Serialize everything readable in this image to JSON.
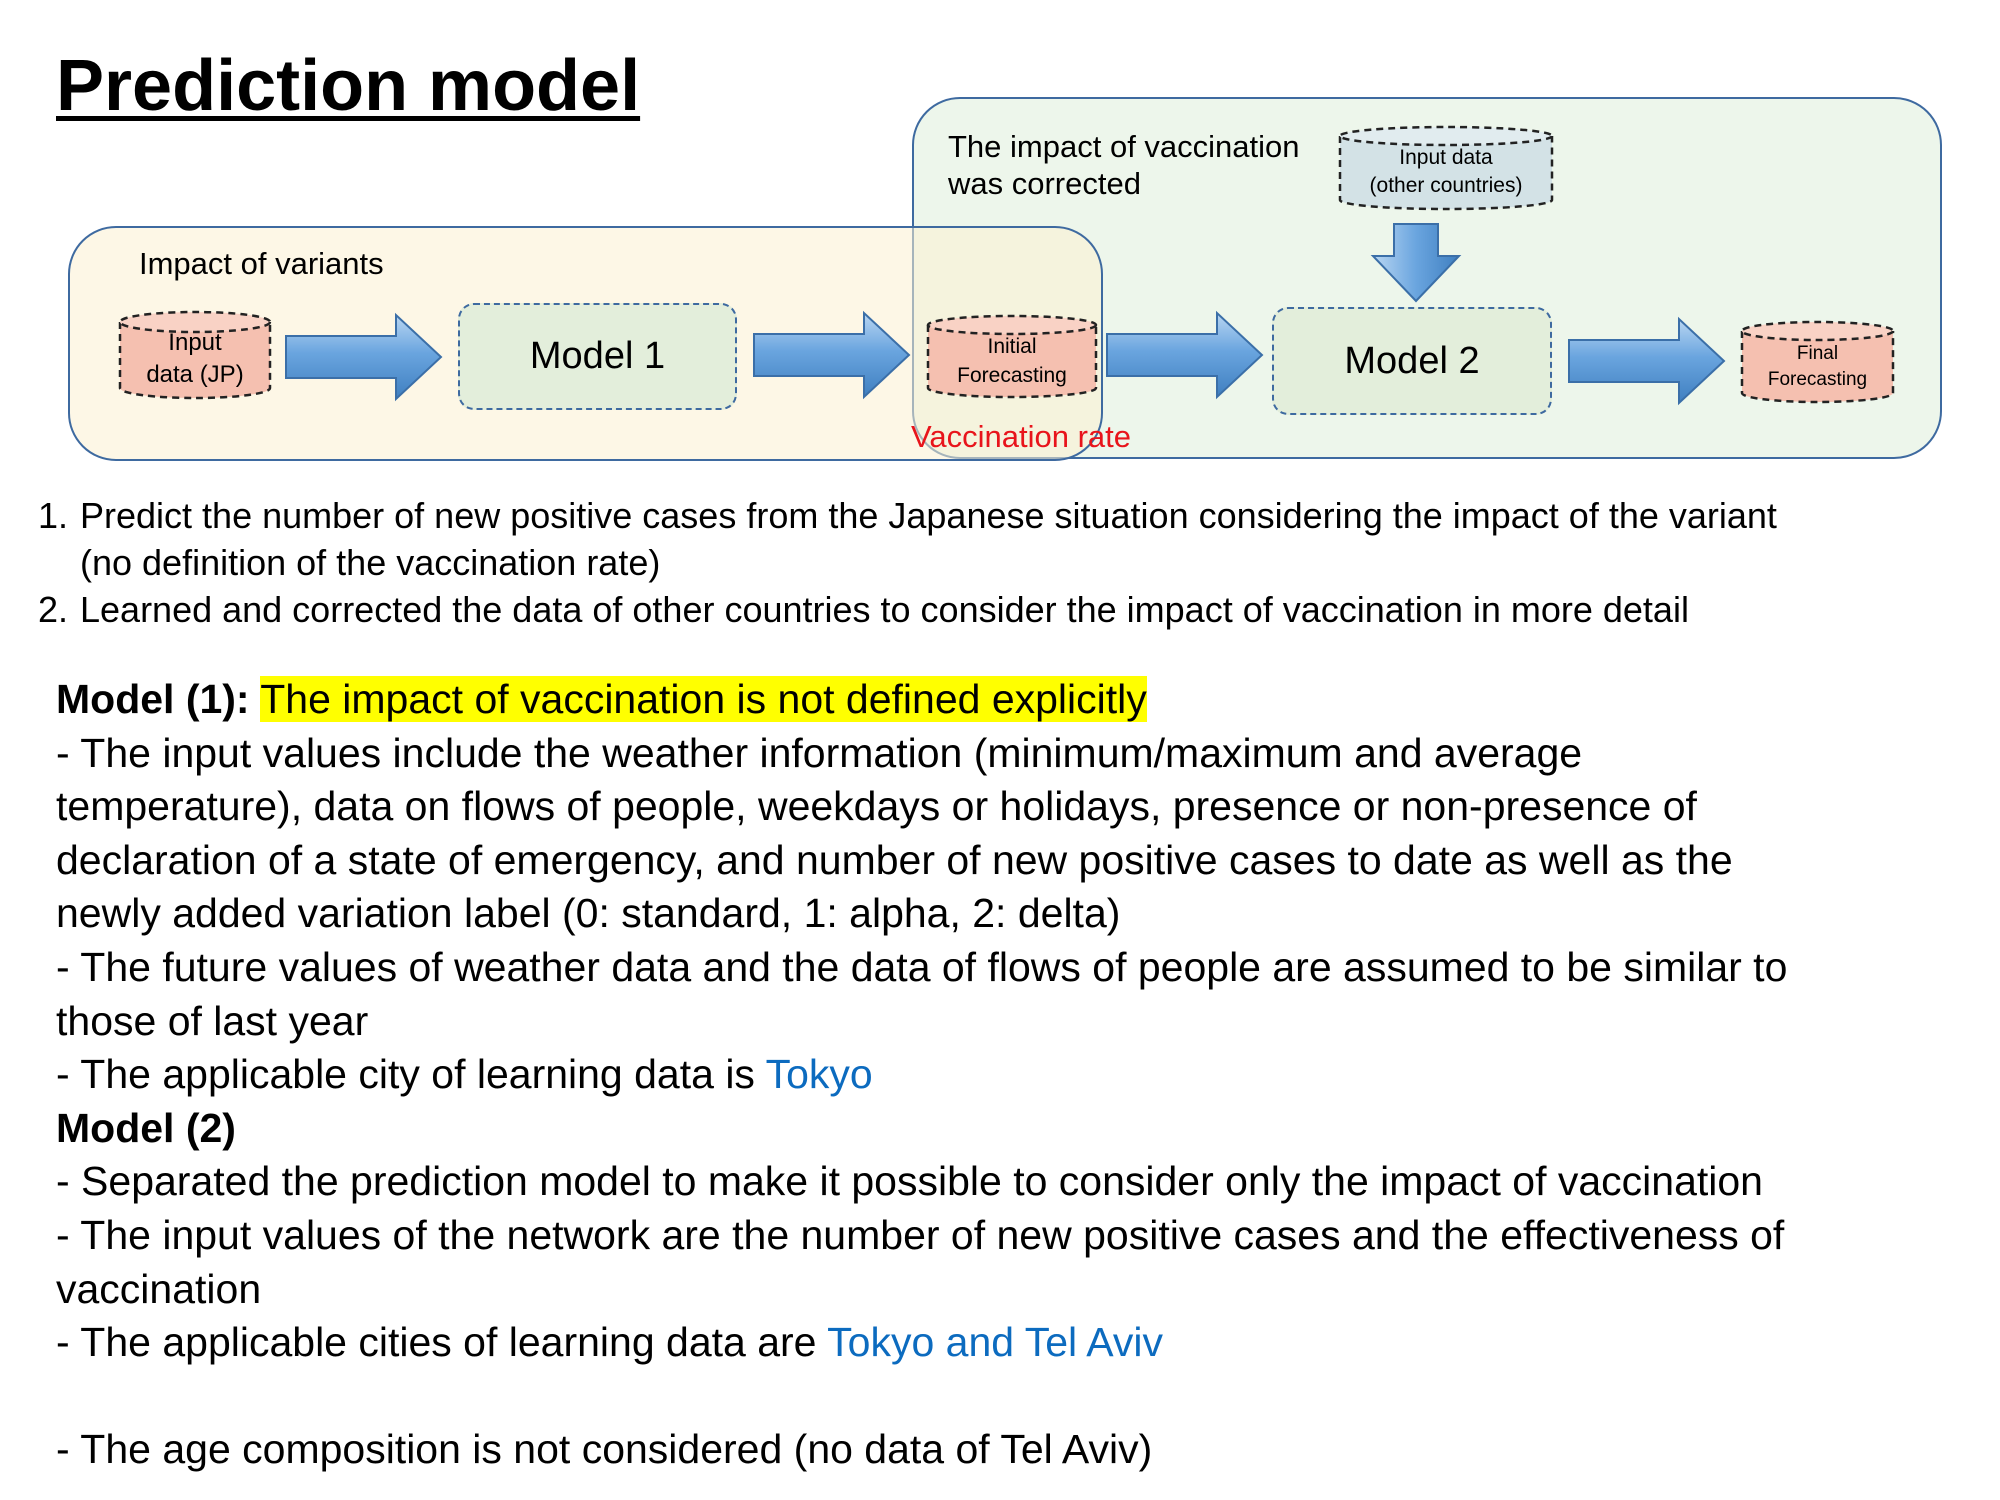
{
  "title": "Prediction model",
  "diagram": {
    "variants_label": "Impact of variants",
    "vaccine_label_line1": "The impact of vaccination",
    "vaccine_label_line2": "was corrected",
    "vaccination_rate_label": "Vaccination rate",
    "input_jp_line1": "Input",
    "input_jp_line2": "data (JP)",
    "model1": "Model 1",
    "initial_line1": "Initial",
    "initial_line2": "Forecasting",
    "model2": "Model 2",
    "final_line1": "Final",
    "final_line2": "Forecasting",
    "other_line1": "Input data",
    "other_line2": "(other countries)"
  },
  "steps": [
    {
      "num": "1.",
      "line1": "Predict the number of new positive cases from the Japanese situation considering the impact of the variant",
      "line2": "(no definition of the vaccination rate)"
    },
    {
      "num": "2.",
      "line1": "Learned and corrected the data of other countries to consider the impact of vaccination in more detail"
    }
  ],
  "model1": {
    "heading": "Model (1):",
    "highlight": "The impact of vaccination is not defined explicitly",
    "lines": [
      "- The input values include the weather information (minimum/maximum and average",
      "temperature), data on flows of people, weekdays or holidays, presence or non-presence of",
      "declaration of a state of emergency, and number of new positive cases to date as well as the",
      "newly added variation label (0: standard, 1: alpha, 2: delta)",
      "- The future values of weather data and the data of flows of people are assumed to be similar to",
      "those of last year"
    ],
    "city_prefix": "- The applicable city of learning data is ",
    "city": "Tokyo"
  },
  "model2": {
    "heading": "Model (2)",
    "lines": [
      "- Separated the prediction model to make it possible to consider only the impact of vaccination",
      "- The input values of the network are the number of new positive cases and the effectiveness of",
      "vaccination"
    ],
    "cities_prefix": "- The applicable cities of learning data are ",
    "cities": "Tokyo and Tel Aviv",
    "age_note": "- The age composition is not considered (no data of Tel Aviv)"
  },
  "colors": {
    "variant_region_fill": "#fcf1d2",
    "vaccine_region_fill": "#e2f0df",
    "region_border": "#3e6aa0",
    "model_fill": "#e3eedb",
    "cylinder_fill": "#f5c0b0",
    "other_cylinder_fill": "#d3e2e6",
    "arrow": "#5b9bd5",
    "vaccination_rate": "#e8141b",
    "highlight": "#ffff00",
    "link_blue": "#0c6bbf"
  }
}
